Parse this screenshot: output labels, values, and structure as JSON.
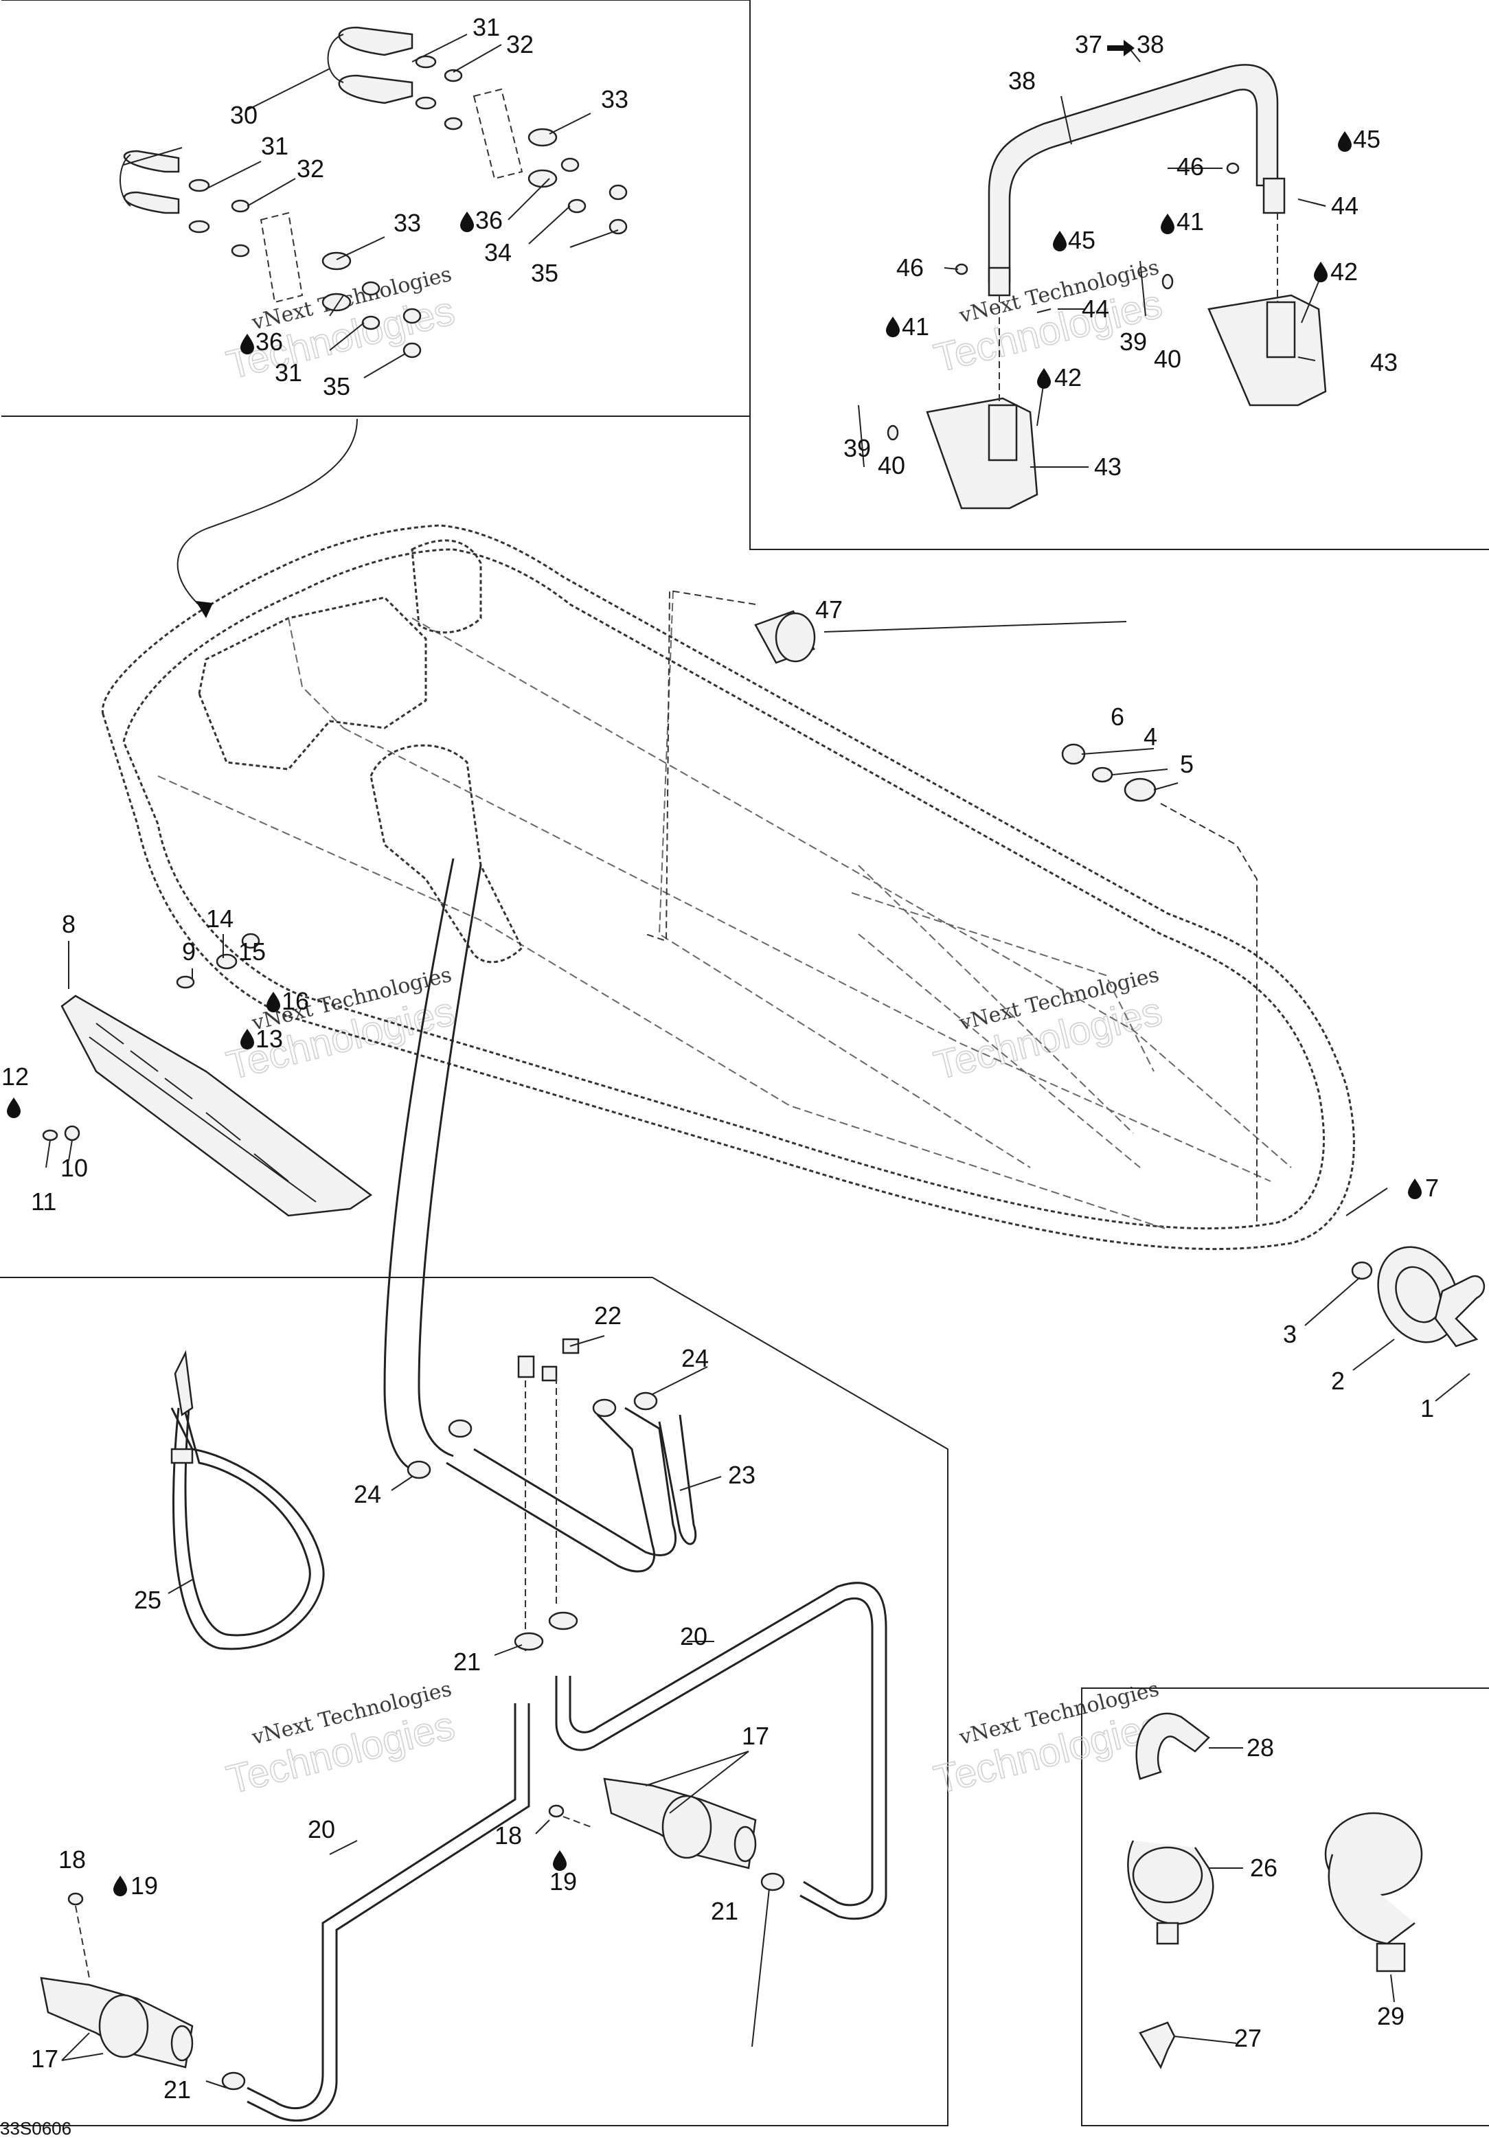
{
  "diagram": {
    "figure_code": "33S0606",
    "watermark": {
      "line1": "vNext Technologies",
      "line2": "Technologies"
    },
    "drop_icon": "oil-drop-icon",
    "arrow_icon": "arrow-right-icon",
    "labels": {
      "l1": "1",
      "l2": "2",
      "l3": "3",
      "l4": "4",
      "l5": "5",
      "l6": "6",
      "l7": "7",
      "l8": "8",
      "l9": "9",
      "l10": "10",
      "l11": "11",
      "l12": "12",
      "l13": "13",
      "l14": "14",
      "l15": "15",
      "l16": "16",
      "l17a": "17",
      "l17b": "17",
      "l18a": "18",
      "l18b": "18",
      "l19a": "19",
      "l19b": "19",
      "l20a": "20",
      "l20b": "20",
      "l21a": "21",
      "l21b": "21",
      "l21c": "21",
      "l22": "22",
      "l23": "23",
      "l24a": "24",
      "l24b": "24",
      "l25": "25",
      "l26": "26",
      "l27": "27",
      "l28": "28",
      "l29": "29",
      "l30": "30",
      "l31a": "31",
      "l31b": "31",
      "l31c": "31",
      "l32a": "32",
      "l32b": "32",
      "l33a": "33",
      "l33b": "33",
      "l34": "34",
      "l35a": "35",
      "l35b": "35",
      "l36a": "36",
      "l36b": "36",
      "l37": "37",
      "l38a": "38",
      "l38b": "38",
      "l39a": "39",
      "l39b": "39",
      "l40a": "40",
      "l40b": "40",
      "l41a": "41",
      "l41b": "41",
      "l42a": "42",
      "l42b": "42",
      "l43a": "43",
      "l43b": "43",
      "l44a": "44",
      "l44b": "44",
      "l45a": "45",
      "l45b": "45",
      "l46a": "46",
      "l46b": "46",
      "l47": "47"
    }
  }
}
